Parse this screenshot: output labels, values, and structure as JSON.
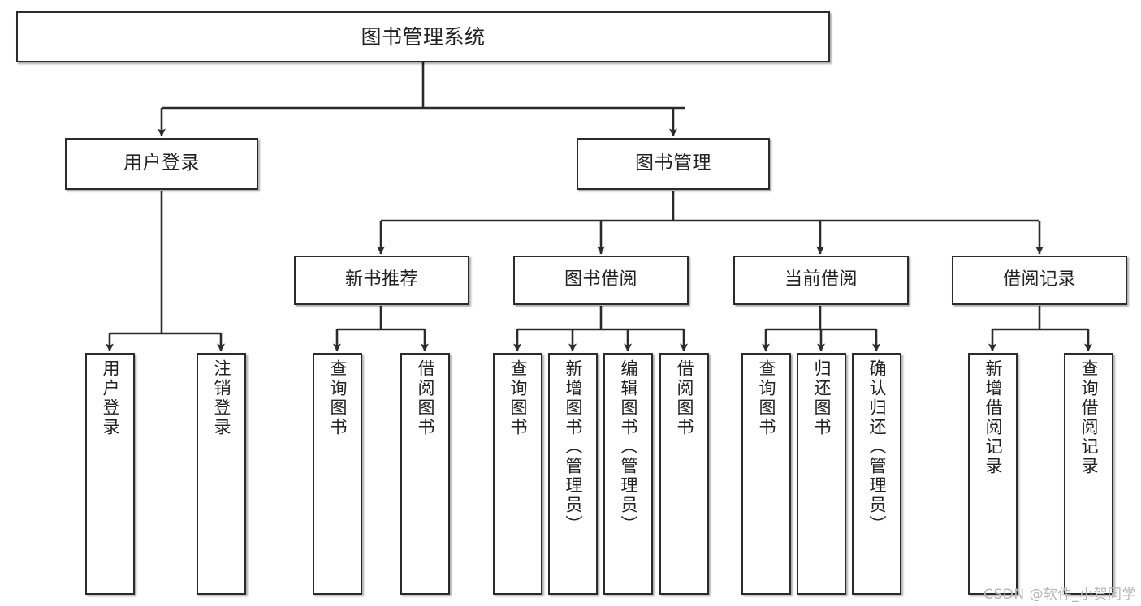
{
  "diagram": {
    "type": "tree-hierarchy",
    "title": "图书管理系统",
    "watermark": "CSDN @软件_小贺同学",
    "colors": {
      "box_border": "#2b2b2b",
      "box_fill": "#ffffff",
      "connector": "#2b2b2b",
      "text": "#222222",
      "watermark": "#b6b6b6"
    },
    "nodes": {
      "root": {
        "label": "图书管理系统"
      },
      "level1": [
        {
          "id": "user-login",
          "label": "用户登录"
        },
        {
          "id": "book-manage",
          "label": "图书管理"
        }
      ],
      "level2": [
        {
          "id": "new-book-rec",
          "label": "新书推荐"
        },
        {
          "id": "book-borrow",
          "label": "图书借阅"
        },
        {
          "id": "current-borrow",
          "label": "当前借阅"
        },
        {
          "id": "borrow-record",
          "label": "借阅记录"
        }
      ],
      "leaves": {
        "user-login": [
          {
            "id": "leaf-user-login",
            "label": "用户登录"
          },
          {
            "id": "leaf-logout-login",
            "label": "注销登录"
          }
        ],
        "new-book-rec": [
          {
            "id": "leaf-query-book-1",
            "label": "查询图书"
          },
          {
            "id": "leaf-borrow-book-1",
            "label": "借阅图书"
          }
        ],
        "book-borrow": [
          {
            "id": "leaf-query-book-2",
            "label": "查询图书"
          },
          {
            "id": "leaf-add-book",
            "label": "新增图书（管理员）"
          },
          {
            "id": "leaf-edit-book",
            "label": "编辑图书（管理员）"
          },
          {
            "id": "leaf-borrow-book-2",
            "label": "借阅图书"
          }
        ],
        "current-borrow": [
          {
            "id": "leaf-query-book-3",
            "label": "查询图书"
          },
          {
            "id": "leaf-return-book",
            "label": "归还图书"
          },
          {
            "id": "leaf-confirm-return",
            "label": "确认归还（管理员）"
          }
        ],
        "borrow-record": [
          {
            "id": "leaf-add-record",
            "label": "新增借阅记录"
          },
          {
            "id": "leaf-query-record",
            "label": "查询借阅记录"
          }
        ]
      }
    }
  }
}
